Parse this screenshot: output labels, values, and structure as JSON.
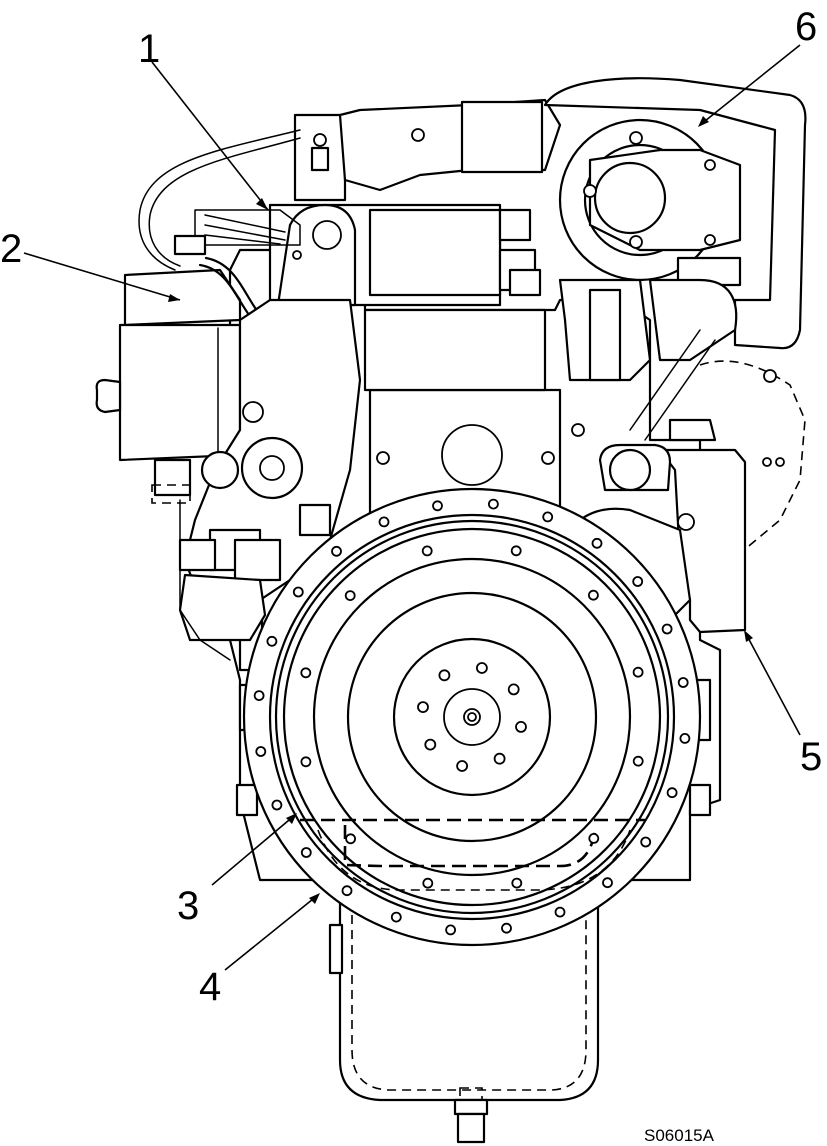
{
  "figure": {
    "id_label": "S06015A"
  },
  "callouts": [
    {
      "number": "1"
    },
    {
      "number": "2"
    },
    {
      "number": "3"
    },
    {
      "number": "4"
    },
    {
      "number": "5"
    },
    {
      "number": "6"
    }
  ]
}
